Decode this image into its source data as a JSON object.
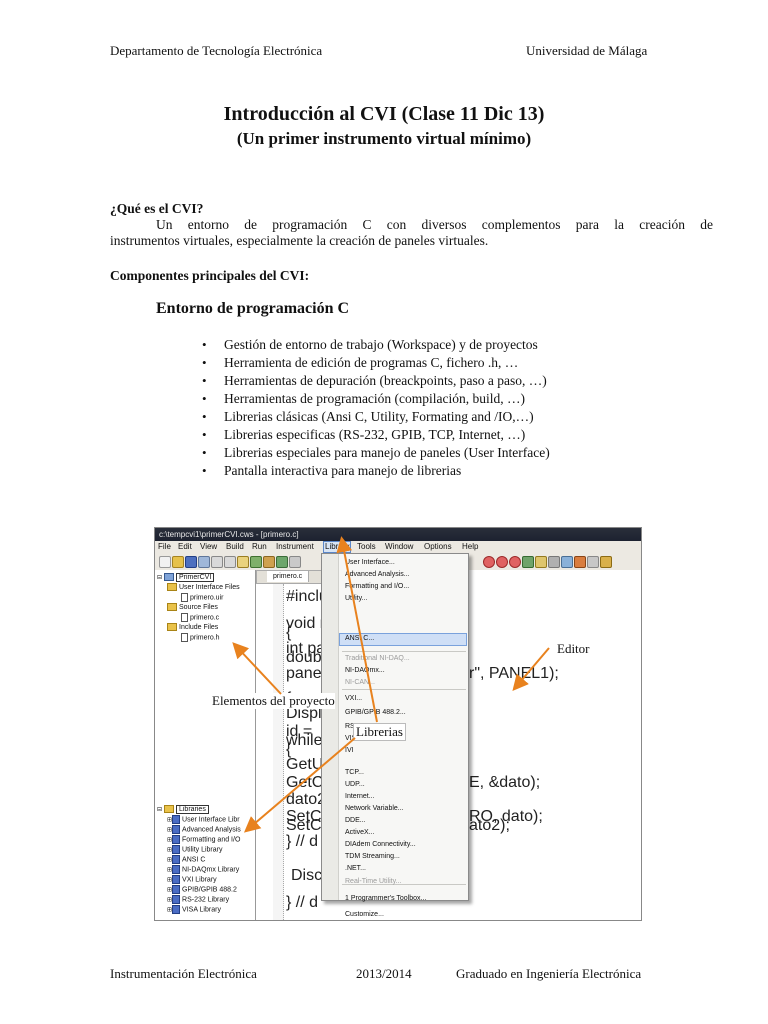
{
  "header": {
    "left": "Departamento de Tecnología Electrónica",
    "right": "Universidad de Málaga"
  },
  "title": {
    "main": "Introducción al CVI  (Clase 11 Dic 13)",
    "sub": "(Un primer instrumento virtual mínimo)"
  },
  "section1": {
    "heading": "¿Qué es el CVI?",
    "line1": "Un entorno de programación C con diversos complementos para la creación de",
    "line2": "instrumentos virtuales, especialmente la creación de paneles virtuales."
  },
  "section2": {
    "heading": "Componentes principales del CVI:",
    "subheading": "Entorno de programación C",
    "bullets": [
      "Gestión de entorno de trabajo (Workspace) y de proyectos",
      "Herramienta de edición de programas C, fichero .h, …",
      "Herramientas de depuración (breackpoints, paso a paso, …)",
      "Herramientas de programación (compilación, build, …)",
      "Librerias  clásicas (Ansi C, Utility, Formating and /IO,…)",
      "Librerias especificas (RS-232, GPIB, TCP, Internet, …)",
      "Librerias especiales para manejo de paneles (User Interface)",
      "Pantalla interactiva para manejo de librerias"
    ]
  },
  "screenshot": {
    "window_title": "c:\\tempcvi1\\primerCVI.cws - [primero.c]",
    "menubar": [
      "File",
      "Edit",
      "View",
      "Build",
      "Run",
      "Instrument",
      "Library",
      "Tools",
      "Window",
      "Options",
      "Help"
    ],
    "active_menu": "Library",
    "tab": "primero.c",
    "tree_top": [
      "PrimerCVI",
      "User Interface Files",
      "primero.uir",
      "Source Files",
      "primero.c",
      "Include Files",
      "primero.h"
    ],
    "tree_bottom": [
      "Libraries",
      "User Interface Libr",
      "Advanced Analysis",
      "Formatting and I/O",
      "Utility Library",
      "ANSI C",
      "NI-DAQmx Library",
      "VXI Library",
      "GPIB/GPIB 488.2",
      "RS-232 Library",
      "VISA Library"
    ],
    "code_lines": [
      "#inclu",
      "void m",
      "{",
      "int pa",
      "double",
      "panel",
      "{",
      "Displa",
      "id =",
      "while",
      "{",
      "GetUse",
      "GetCtr",
      "dato2",
      "SetCtr",
      "SetCtr",
      "} // d",
      "Disca",
      "} // d"
    ],
    "code_right": [
      "r\", PANEL1);",
      "E, &dato);",
      "RO, dato);",
      "ato2);"
    ],
    "library_menu": [
      {
        "label": "User Interface...",
        "state": "normal"
      },
      {
        "label": "Advanced Analysis...",
        "state": "normal"
      },
      {
        "label": "Formatting and I/O...",
        "state": "normal"
      },
      {
        "label": "Utility...",
        "state": "normal"
      },
      {
        "label": "ANSI C...",
        "state": "selected"
      },
      {
        "label": "Traditional NI-DAQ...",
        "state": "disabled"
      },
      {
        "label": "NI-DAQmx...",
        "state": "normal"
      },
      {
        "label": "NI-CAN...",
        "state": "disabled"
      },
      {
        "label": "VXI...",
        "state": "normal"
      },
      {
        "label": "GPIB/GPIB 488.2...",
        "state": "normal"
      },
      {
        "label": "RS-232...",
        "state": "normal"
      },
      {
        "label": "VISA...",
        "state": "normal"
      },
      {
        "label": "IVI",
        "state": "normal"
      },
      {
        "label": "TCP...",
        "state": "normal"
      },
      {
        "label": "UDP...",
        "state": "normal"
      },
      {
        "label": "Internet...",
        "state": "normal"
      },
      {
        "label": "Network Variable...",
        "state": "normal"
      },
      {
        "label": "DDE...",
        "state": "normal"
      },
      {
        "label": "ActiveX...",
        "state": "normal"
      },
      {
        "label": "DIAdem Connectivity...",
        "state": "normal"
      },
      {
        "label": "TDM Streaming...",
        "state": "normal"
      },
      {
        "label": ".NET...",
        "state": "normal"
      },
      {
        "label": "Real-Time Utility...",
        "state": "disabled"
      },
      {
        "label": "1 Programmer's Toolbox...",
        "state": "normal"
      },
      {
        "label": "Customize...",
        "state": "normal"
      }
    ],
    "callouts": {
      "editor": "Editor",
      "proyecto": "Elementos del proyecto",
      "librerias": "Librerias"
    },
    "accent_color": "#e8821e"
  },
  "footer": {
    "left": "Instrumentación Electrónica",
    "center": "2013/2014",
    "right": "Graduado en Ingeniería Electrónica"
  }
}
